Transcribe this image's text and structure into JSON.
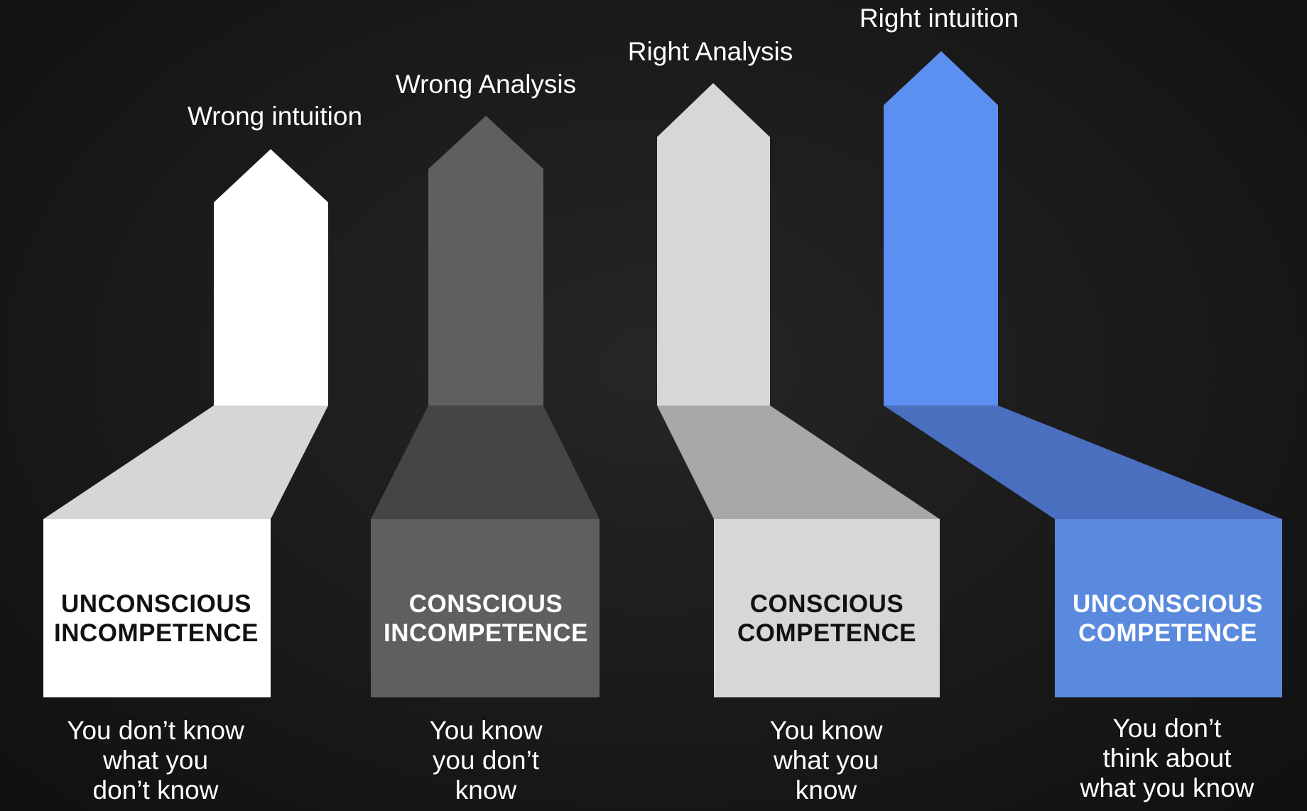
{
  "stages": [
    {
      "arrow_label": "Wrong intuition",
      "box_label": [
        "UNCONSCIOUS",
        "INCOMPETENCE"
      ],
      "description": [
        "You don’t know",
        "what you",
        "don’t know"
      ],
      "colors": {
        "arrow": "#ffffff",
        "ramp": "#d6d6d6",
        "box": "#ffffff",
        "box_text": "#111111"
      }
    },
    {
      "arrow_label": "Wrong Analysis",
      "box_label": [
        "CONSCIOUS",
        "INCOMPETENCE"
      ],
      "description": [
        "You know",
        "you don’t",
        "know"
      ],
      "colors": {
        "arrow": "#5f5f5f",
        "ramp": "#454545",
        "box": "#5f5f5f",
        "box_text": "#ffffff"
      }
    },
    {
      "arrow_label": "Right Analysis",
      "box_label": [
        "CONSCIOUS",
        "COMPETENCE"
      ],
      "description": [
        "You know",
        "what you",
        "know"
      ],
      "colors": {
        "arrow": "#d7d7d7",
        "ramp": "#a8a8a8",
        "box": "#d7d7d7",
        "box_text": "#111111"
      }
    },
    {
      "arrow_label": "Right intuition",
      "box_label": [
        "UNCONSCIOUS",
        "COMPETENCE"
      ],
      "description": [
        "You don’t",
        "think about",
        "what you know"
      ],
      "colors": {
        "arrow": "#5b8ff0",
        "ramp": "#4a6fbf",
        "box": "#5a8ade",
        "box_text": "#ffffff"
      }
    }
  ]
}
